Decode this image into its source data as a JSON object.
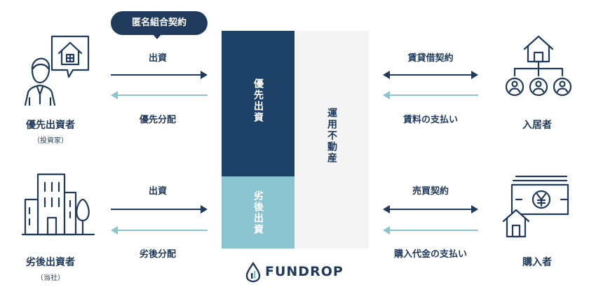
{
  "badge": {
    "label": "匿名組合契約"
  },
  "investors": {
    "senior": {
      "title": "優先出資者",
      "subtitle": "（投資家）",
      "icon": "investor-person-house-icon"
    },
    "junior": {
      "title": "劣後出資者",
      "subtitle": "（当社）",
      "icon": "company-buildings-icon"
    }
  },
  "flows_left": {
    "senior_invest": "出資",
    "senior_dividend": "優先分配",
    "junior_invest": "出資",
    "junior_dividend": "劣後分配"
  },
  "center": {
    "senior_capital": "優先出資",
    "junior_capital": "劣後出資",
    "property": "運用不動産"
  },
  "flows_right": {
    "lease_contract": "賃貸借契約",
    "rent_payment": "賃料の支払い",
    "sale_contract": "売買契約",
    "purchase_payment": "購入代金の支払い"
  },
  "parties": {
    "tenants": {
      "title": "入居者",
      "icon": "tenants-house-people-icon"
    },
    "buyer": {
      "title": "購入者",
      "icon": "buyer-yen-house-icon"
    }
  },
  "brand": {
    "name": "FUNDROP",
    "icon": "drop-logo-icon"
  },
  "colors": {
    "navy": "#1e4167",
    "teal": "#8ac4cf",
    "light_gray": "#f4f4f5",
    "text": "#1f3a5a"
  }
}
